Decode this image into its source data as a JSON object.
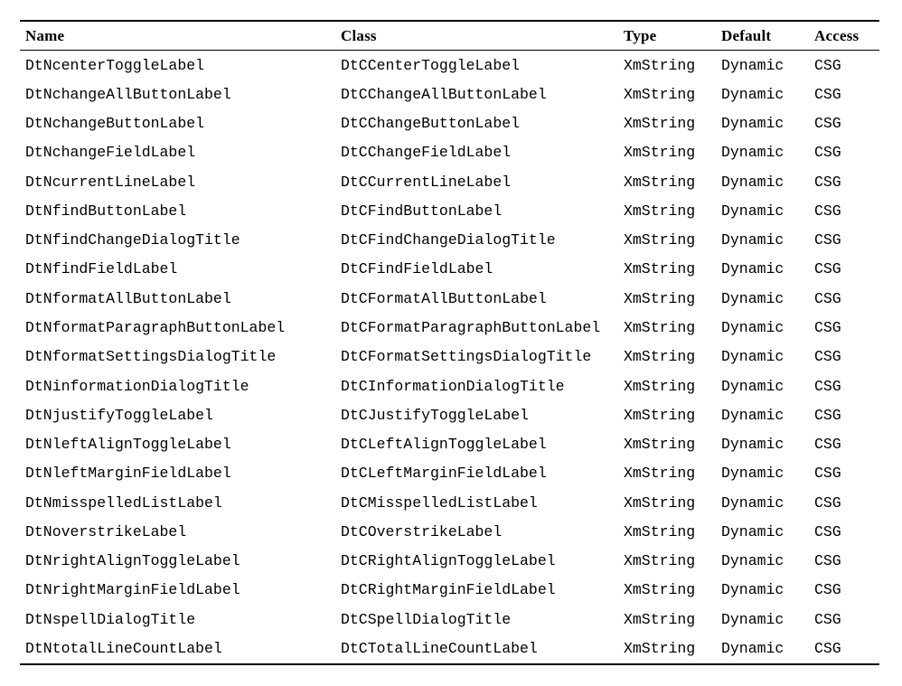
{
  "page": {
    "background_color": "#ffffff",
    "text_color": "#000000",
    "rule_color": "#000000"
  },
  "table": {
    "headers": [
      "Name",
      "Class",
      "Type",
      "Default",
      "Access"
    ],
    "rows": [
      {
        "name": "DtNcenterToggleLabel",
        "class": "DtCCenterToggleLabel",
        "type": "XmString",
        "default": "Dynamic",
        "access": "CSG"
      },
      {
        "name": "DtNchangeAllButtonLabel",
        "class": "DtCChangeAllButtonLabel",
        "type": "XmString",
        "default": "Dynamic",
        "access": "CSG"
      },
      {
        "name": "DtNchangeButtonLabel",
        "class": "DtCChangeButtonLabel",
        "type": "XmString",
        "default": "Dynamic",
        "access": "CSG"
      },
      {
        "name": "DtNchangeFieldLabel",
        "class": "DtCChangeFieldLabel",
        "type": "XmString",
        "default": "Dynamic",
        "access": "CSG"
      },
      {
        "name": "DtNcurrentLineLabel",
        "class": "DtCCurrentLineLabel",
        "type": "XmString",
        "default": "Dynamic",
        "access": "CSG"
      },
      {
        "name": "DtNfindButtonLabel",
        "class": "DtCFindButtonLabel",
        "type": "XmString",
        "default": "Dynamic",
        "access": "CSG"
      },
      {
        "name": "DtNfindChangeDialogTitle",
        "class": "DtCFindChangeDialogTitle",
        "type": "XmString",
        "default": "Dynamic",
        "access": "CSG"
      },
      {
        "name": "DtNfindFieldLabel",
        "class": "DtCFindFieldLabel",
        "type": "XmString",
        "default": "Dynamic",
        "access": "CSG"
      },
      {
        "name": "DtNformatAllButtonLabel",
        "class": "DtCFormatAllButtonLabel",
        "type": "XmString",
        "default": "Dynamic",
        "access": "CSG"
      },
      {
        "name": "DtNformatParagraphButtonLabel",
        "class": "DtCFormatParagraphButtonLabel",
        "type": "XmString",
        "default": "Dynamic",
        "access": "CSG"
      },
      {
        "name": "DtNformatSettingsDialogTitle",
        "class": "DtCFormatSettingsDialogTitle",
        "type": "XmString",
        "default": "Dynamic",
        "access": "CSG"
      },
      {
        "name": "DtNinformationDialogTitle",
        "class": "DtCInformationDialogTitle",
        "type": "XmString",
        "default": "Dynamic",
        "access": "CSG"
      },
      {
        "name": "DtNjustifyToggleLabel",
        "class": "DtCJustifyToggleLabel",
        "type": "XmString",
        "default": "Dynamic",
        "access": "CSG"
      },
      {
        "name": "DtNleftAlignToggleLabel",
        "class": "DtCLeftAlignToggleLabel",
        "type": "XmString",
        "default": "Dynamic",
        "access": "CSG"
      },
      {
        "name": "DtNleftMarginFieldLabel",
        "class": "DtCLeftMarginFieldLabel",
        "type": "XmString",
        "default": "Dynamic",
        "access": "CSG"
      },
      {
        "name": "DtNmisspelledListLabel",
        "class": "DtCMisspelledListLabel",
        "type": "XmString",
        "default": "Dynamic",
        "access": "CSG"
      },
      {
        "name": "DtNoverstrikeLabel",
        "class": "DtCOverstrikeLabel",
        "type": "XmString",
        "default": "Dynamic",
        "access": "CSG"
      },
      {
        "name": "DtNrightAlignToggleLabel",
        "class": "DtCRightAlignToggleLabel",
        "type": "XmString",
        "default": "Dynamic",
        "access": "CSG"
      },
      {
        "name": "DtNrightMarginFieldLabel",
        "class": "DtCRightMarginFieldLabel",
        "type": "XmString",
        "default": "Dynamic",
        "access": "CSG"
      },
      {
        "name": "DtNspellDialogTitle",
        "class": "DtCSpellDialogTitle",
        "type": "XmString",
        "default": "Dynamic",
        "access": "CSG"
      },
      {
        "name": "DtNtotalLineCountLabel",
        "class": "DtCTotalLineCountLabel",
        "type": "XmString",
        "default": "Dynamic",
        "access": "CSG"
      }
    ]
  }
}
